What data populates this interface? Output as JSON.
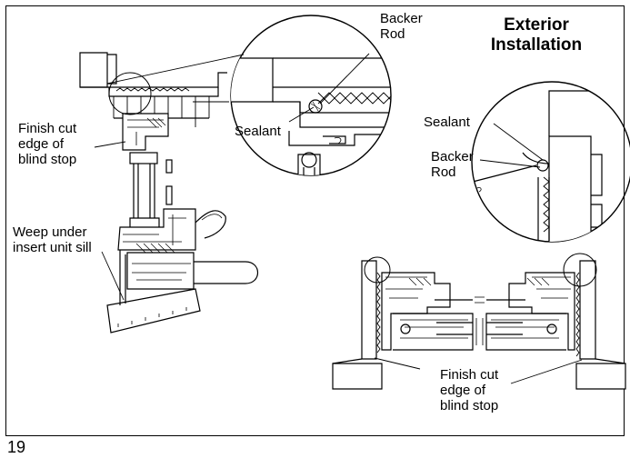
{
  "title": {
    "line1": "Exterior",
    "line2": "Installation"
  },
  "labels": {
    "backer_rod_top_1": "Backer",
    "backer_rod_top_2": "Rod",
    "sealant_top": "Sealant",
    "finish_cut_left_1": "Finish cut",
    "finish_cut_left_2": "edge of",
    "finish_cut_left_3": "blind stop",
    "weep_1": "Weep under",
    "weep_2": "insert unit sill",
    "sealant_right": "Sealant",
    "backer_rod_right_1": "Backer",
    "backer_rod_right_2": "Rod",
    "finish_cut_bottom_1": "Finish cut",
    "finish_cut_bottom_2": "edge of",
    "finish_cut_bottom_3": "blind stop"
  },
  "page_number": "19",
  "colors": {
    "line": "#000000",
    "background": "#ffffff",
    "shade": "#d9d9d9"
  }
}
